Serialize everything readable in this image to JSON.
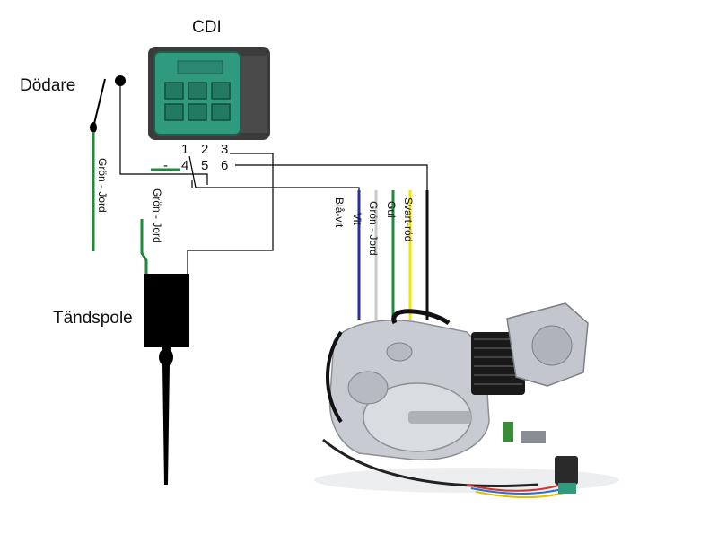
{
  "labels": {
    "cdi": "CDI",
    "kill_switch": "Dödare",
    "ignition_coil": "Tändspole"
  },
  "pins": [
    "1",
    "2",
    "3",
    "-",
    "4",
    "5",
    "6"
  ],
  "wires": {
    "kill_ground": "Grön - Jord",
    "coil_ground": "Grön - Jord",
    "engine": [
      {
        "label": "Blå-vit",
        "color": "#2b2f9e"
      },
      {
        "label": "Vit",
        "color": "#c9c9c9"
      },
      {
        "label": "Grön - Jord",
        "color": "#1e8a3a"
      },
      {
        "label": "Gul",
        "color": "#f2e600"
      },
      {
        "label": "Svart-röd",
        "color": "#111111"
      }
    ]
  },
  "colors": {
    "cdi_body": "#2f9a7e",
    "ground_wire": "#1e8a3a",
    "coil": "#000000",
    "engine_metal": "#c8ccd2"
  }
}
